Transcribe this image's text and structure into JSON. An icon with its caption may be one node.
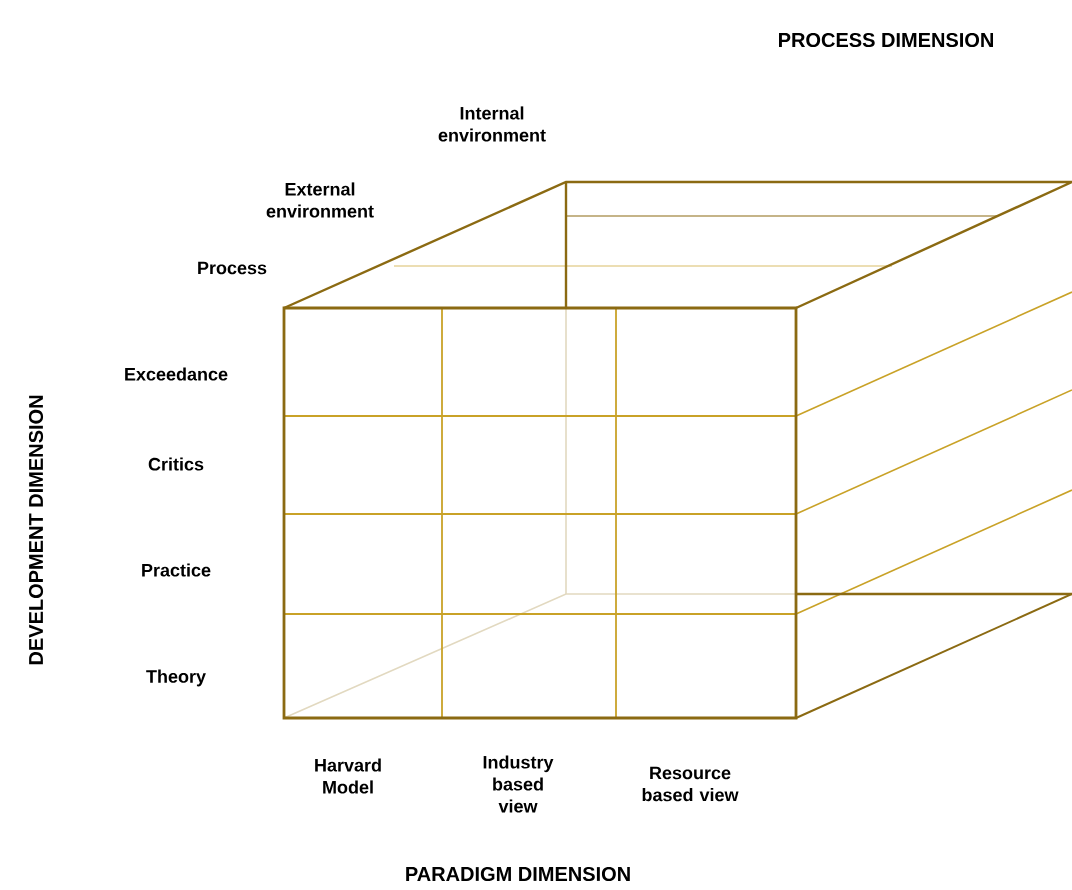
{
  "diagram": {
    "labels": [
      "PROCESS DIMENSION",
      "Internal environment",
      "External environment",
      "Process",
      "Exceedance",
      "DEVELOPMENT DIMENSION",
      "Critics",
      "Practice",
      "Theory",
      "Harvard Model",
      "Industry based view",
      "Resource based view",
      "PARADIGM DIMENSION"
    ]
  }
}
